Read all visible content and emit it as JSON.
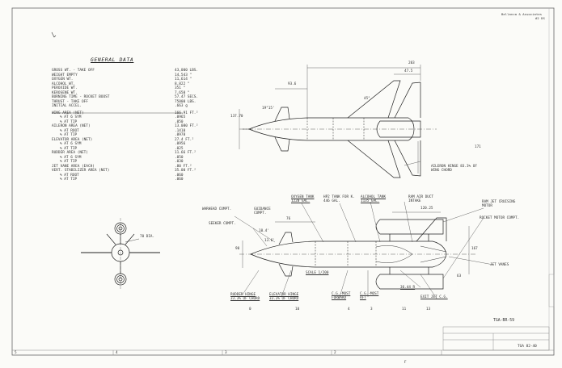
{
  "sheet": {
    "stamp_top_right": "Bellanca & Associates",
    "stamp_code": "#2 DS",
    "drawing_number": "TGA-BR-59",
    "small_mark_bottom": "F"
  },
  "general_data": {
    "title": "GENERAL DATA",
    "rows": [
      {
        "label": "GROSS WT. - TAKE OFF",
        "value": "43,000 LBS."
      },
      {
        "label": "WEIGHT EMPTY",
        "value": "14,543 \""
      },
      {
        "label": "OXYGEN WT.",
        "value": "11,614 \""
      },
      {
        "label": "ALCOHOL WT.",
        "value": "8,822 \""
      },
      {
        "label": "PEROXIDE WT.",
        "value": "351 \""
      },
      {
        "label": "KEROSENE WT.",
        "value": "7,650 \""
      },
      {
        "label": "BURNING TIME - ROCKET BOOST",
        "value": "57.47 SECS."
      },
      {
        "label": "THRUST - TAKE OFF",
        "value": "75000 LBS."
      },
      {
        "label": "INITIAL ACCEL.",
        "value": ".663 g"
      },
      {
        "label": "WING AREA (NET)",
        "value": "166.91 FT.²"
      },
      {
        "label": "% AT 6 SYM",
        "value": ".0965"
      },
      {
        "label": "% AT TIP",
        "value": ".050"
      },
      {
        "label": "AILERON AREA (NET)",
        "value": "13.080 FT.²"
      },
      {
        "label": "% AT ROOT",
        "value": ".1410"
      },
      {
        "label": "% AT TIP",
        "value": ".0978"
      },
      {
        "label": "ELEVATOR AREA (NET)",
        "value": "27.4 FT.²"
      },
      {
        "label": "% AT 6 SYM",
        "value": ".0956"
      },
      {
        "label": "% AT TIP",
        "value": ".025"
      },
      {
        "label": "RUDDER AREA (NET)",
        "value": "11.66 FT.²"
      },
      {
        "label": "% AT 6 SYM",
        "value": ".050"
      },
      {
        "label": "% AT TIP",
        "value": ".030"
      },
      {
        "label": "JET VANE AREA (EACH)",
        "value": ".80 FT.²"
      },
      {
        "label": "VERT. STABILIZER AREA (NET)",
        "value": "35.00 FT.²"
      },
      {
        "label": "% AT ROOT",
        "value": ".060"
      },
      {
        "label": "% AT TIP",
        "value": ".060"
      }
    ]
  },
  "plan_view": {
    "dim_top": "203",
    "dim_a": "47.5",
    "dim_b": "93.6",
    "dim_sweep": "45°",
    "dim_angle": "19°15'",
    "dim_span": "137.70",
    "dim_c": "171",
    "note_aileron": "AILERON HINGE 83.3% OF WING CHORD"
  },
  "side_view": {
    "labels": {
      "warhead": "WARHEAD COMPT.",
      "guidance": "GUIDANCE COMPT.",
      "seeker": "SEEKER COMPT.",
      "oxygen": "OXYGEN TANK 1220 GAL.",
      "hp_tank": "HP2 TANK FOR K. 446 GAL.",
      "alcohol": "ALCOHOL TANK 1135 GAL.",
      "ram_air": "RAM AIR DUCT INTAKE",
      "ram_jet": "RAM JET CRUISING MOTOR",
      "rocket_motor": "ROCKET MOTOR COMPT.",
      "jet_vanes": "JET VANES",
      "rudder_hinge": "RUDDER HINGE 33.3% OF CHORD",
      "elevator_hinge": "ELEVATOR HINGE 33.3% OF CHORD",
      "cg_most_fwd": "C.G.-MOST FORWARD",
      "cg_most_aft": "C.G.-MOST AFT",
      "exit_jet": "EXIT JET C.G.",
      "scale": "SCALE 1/200"
    },
    "dims": {
      "d_120": "120.25",
      "d_76": "76",
      "d_a": "10.4'",
      "d_b": "13.6'",
      "d_90": "90",
      "d_167": "167",
      "d_63": "63",
      "d_36": "36.44 R"
    },
    "station_marks": [
      "0",
      "10",
      "4",
      "3",
      "11",
      "13"
    ]
  },
  "front_view": {
    "label": "70 DIA."
  },
  "title_block": {
    "lines": [
      "",
      "",
      "",
      ""
    ],
    "number": "TGA 82-40"
  },
  "border_zones": [
    "5",
    "4",
    "3",
    "2"
  ]
}
